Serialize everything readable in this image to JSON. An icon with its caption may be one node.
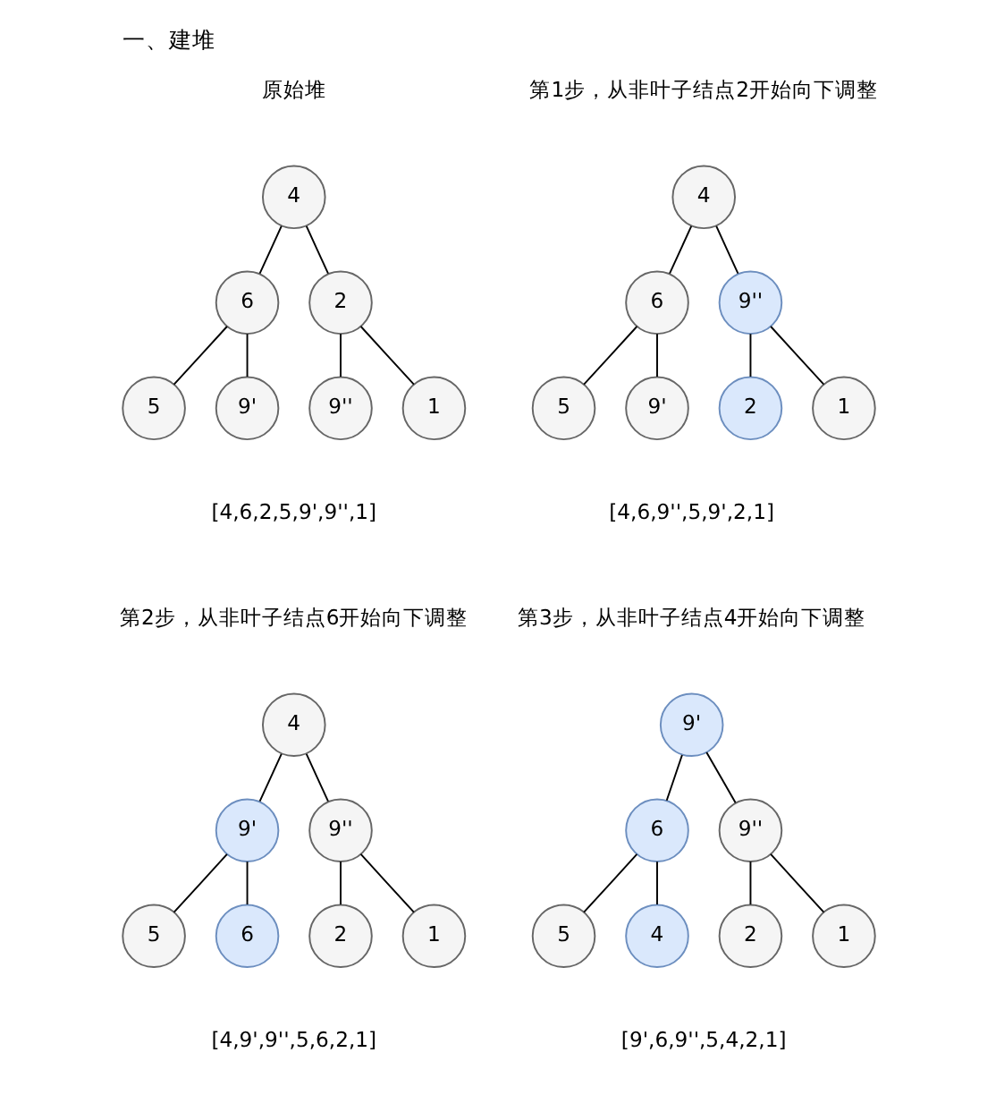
{
  "diagram": {
    "title": "一、建堆",
    "nodes": [
      {
        "text": [
          "4"
        ]
      },
      {
        "text": [
          "6"
        ]
      },
      {
        "text": [
          "2"
        ]
      },
      {
        "text": [
          "5"
        ]
      },
      {
        "text": [
          "9'"
        ]
      },
      {
        "text": [
          "9''"
        ]
      },
      {
        "text": [
          "1"
        ]
      },
      {
        "text": [
          "4"
        ]
      },
      {
        "text": [
          "6"
        ]
      },
      {
        "text": [
          "9''"
        ]
      },
      {
        "text": [
          "5"
        ]
      },
      {
        "text": [
          "9'"
        ]
      },
      {
        "text": [
          "2"
        ]
      },
      {
        "text": [
          "1"
        ]
      },
      {
        "text": [
          "4"
        ]
      },
      {
        "text": [
          "9'"
        ]
      },
      {
        "text": [
          "9''"
        ]
      },
      {
        "text": [
          "5"
        ]
      },
      {
        "text": [
          "6"
        ]
      },
      {
        "text": [
          "2"
        ]
      },
      {
        "text": [
          "1"
        ]
      },
      {
        "text": [
          "9'"
        ]
      },
      {
        "text": [
          "6"
        ]
      },
      {
        "text": [
          "9''"
        ]
      },
      {
        "text": [
          "5"
        ]
      },
      {
        "text": [
          "4"
        ]
      },
      {
        "text": [
          "2"
        ]
      },
      {
        "text": [
          "1"
        ]
      }
    ],
    "edges": [
      {
        "from": 0,
        "to": 1,
        "arrow": "none"
      },
      {
        "from": 0,
        "to": 2,
        "arrow": "none"
      },
      {
        "from": 1,
        "to": 3,
        "arrow": "none"
      },
      {
        "from": 1,
        "to": 4,
        "arrow": "none"
      },
      {
        "from": 2,
        "to": 5,
        "arrow": "none"
      },
      {
        "from": 2,
        "to": 6,
        "arrow": "none"
      },
      {
        "from": 7,
        "to": 8,
        "arrow": "none"
      },
      {
        "from": 7,
        "to": 9,
        "arrow": "none"
      },
      {
        "from": 8,
        "to": 10,
        "arrow": "none"
      },
      {
        "from": 8,
        "to": 11,
        "arrow": "none"
      },
      {
        "from": 9,
        "to": 12,
        "arrow": "none"
      },
      {
        "from": 9,
        "to": 13,
        "arrow": "none"
      },
      {
        "from": 14,
        "to": 15,
        "arrow": "none"
      },
      {
        "from": 14,
        "to": 16,
        "arrow": "none"
      },
      {
        "from": 15,
        "to": 17,
        "arrow": "none"
      },
      {
        "from": 15,
        "to": 18,
        "arrow": "none"
      },
      {
        "from": 16,
        "to": 19,
        "arrow": "none"
      },
      {
        "from": 16,
        "to": 20,
        "arrow": "none"
      },
      {
        "from": 21,
        "to": 22,
        "arrow": "none"
      },
      {
        "from": 21,
        "to": 23,
        "arrow": "none"
      },
      {
        "from": 22,
        "to": 24,
        "arrow": "none"
      },
      {
        "from": 22,
        "to": 25,
        "arrow": "none"
      },
      {
        "from": 23,
        "to": 26,
        "arrow": "none"
      },
      {
        "from": 23,
        "to": 27,
        "arrow": "none"
      }
    ],
    "labels": [
      "原始堆",
      "第1步，从非叶子结点2开始向下调整",
      "[4,6,2,5,9',9'',1]",
      "[4,6,9'',5,9',2,1]",
      "第2步，从非叶子结点6开始向下调整",
      "第3步，从非叶子结点4开始向下调整",
      "[4,9',9'',5,6,2,1]",
      "[9',6,9'',5,4,2,1]"
    ]
  }
}
